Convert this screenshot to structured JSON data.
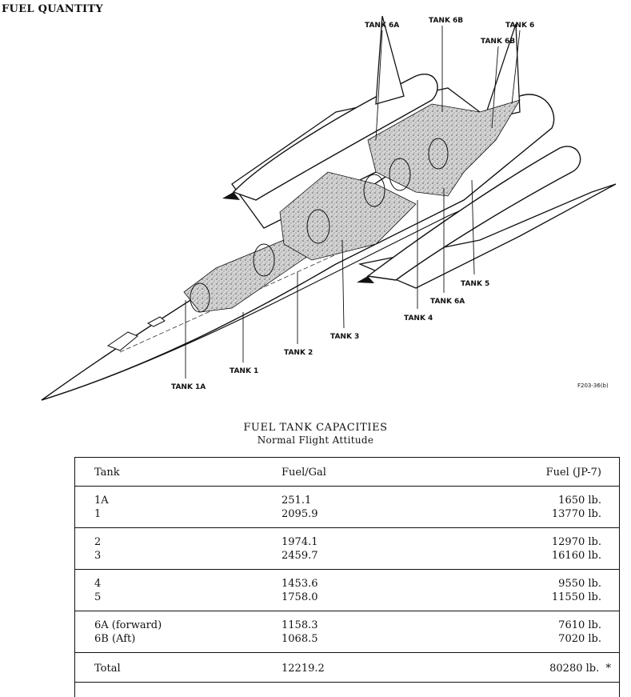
{
  "page": {
    "title": "FUEL QUANTITY",
    "figure_ref": "F203-36(b)"
  },
  "diagram": {
    "labels": {
      "tank_6a_top": "TANK 6A",
      "tank_6b_top": "TANK 6B",
      "tank_6": "TANK 6",
      "tank_6b_mid": "TANK 6B",
      "tank_5": "TANK 5",
      "tank_6a_low": "TANK 6A",
      "tank_4": "TANK 4",
      "tank_3": "TANK 3",
      "tank_2": "TANK 2",
      "tank_1": "TANK 1",
      "tank_1a": "TANK 1A"
    }
  },
  "table": {
    "title": "FUEL TANK CAPACITIES",
    "subtitle": "Normal Flight Attitude",
    "headers": [
      "Tank",
      "Fuel/Gal",
      "Fuel (JP-7)"
    ],
    "groups": [
      [
        {
          "tank": "1A",
          "gal": "251.1",
          "lb": "1650 lb."
        },
        {
          "tank": "1",
          "gal": "2095.9",
          "lb": "13770 lb."
        }
      ],
      [
        {
          "tank": "2",
          "gal": "1974.1",
          "lb": "12970 lb."
        },
        {
          "tank": "3",
          "gal": "2459.7",
          "lb": "16160 lb."
        }
      ],
      [
        {
          "tank": "4",
          "gal": "1453.6",
          "lb": "9550 lb."
        },
        {
          "tank": "5",
          "gal": "1758.0",
          "lb": "11550 lb."
        }
      ],
      [
        {
          "tank": "6A (forward)",
          "gal": "1158.3",
          "lb": "7610 lb."
        },
        {
          "tank": "6B (Aft)",
          "gal": "1068.5",
          "lb": "7020 lb."
        }
      ]
    ],
    "total": {
      "tank": "Total",
      "gal": "12219.2",
      "lb": "80280 lb.",
      "mark": "*"
    }
  }
}
